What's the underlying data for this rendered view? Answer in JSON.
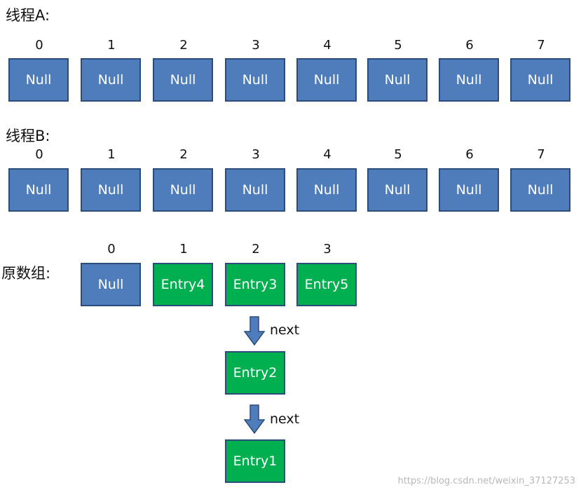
{
  "threadA": {
    "label": "线程A:",
    "indices": [
      "0",
      "1",
      "2",
      "3",
      "4",
      "5",
      "6",
      "7"
    ],
    "cells": [
      "Null",
      "Null",
      "Null",
      "Null",
      "Null",
      "Null",
      "Null",
      "Null"
    ]
  },
  "threadB": {
    "label": "线程B:",
    "indices": [
      "0",
      "1",
      "2",
      "3",
      "4",
      "5",
      "6",
      "7"
    ],
    "cells": [
      "Null",
      "Null",
      "Null",
      "Null",
      "Null",
      "Null",
      "Null",
      "Null"
    ]
  },
  "original": {
    "label": "原数组:",
    "indices": [
      "0",
      "1",
      "2",
      "3"
    ],
    "cells": [
      "Null",
      "Entry4",
      "Entry3",
      "Entry5"
    ]
  },
  "chain": {
    "next_label_1": "next",
    "node_1": "Entry2",
    "next_label_2": "next",
    "node_2": "Entry1"
  },
  "watermark": "https://blog.csdn.net/weixin_37127253",
  "colors": {
    "null_cell": "#4f7dbb",
    "entry_cell": "#00b050",
    "border": "#2c4d7a",
    "arrow": "#4f7dbb"
  }
}
